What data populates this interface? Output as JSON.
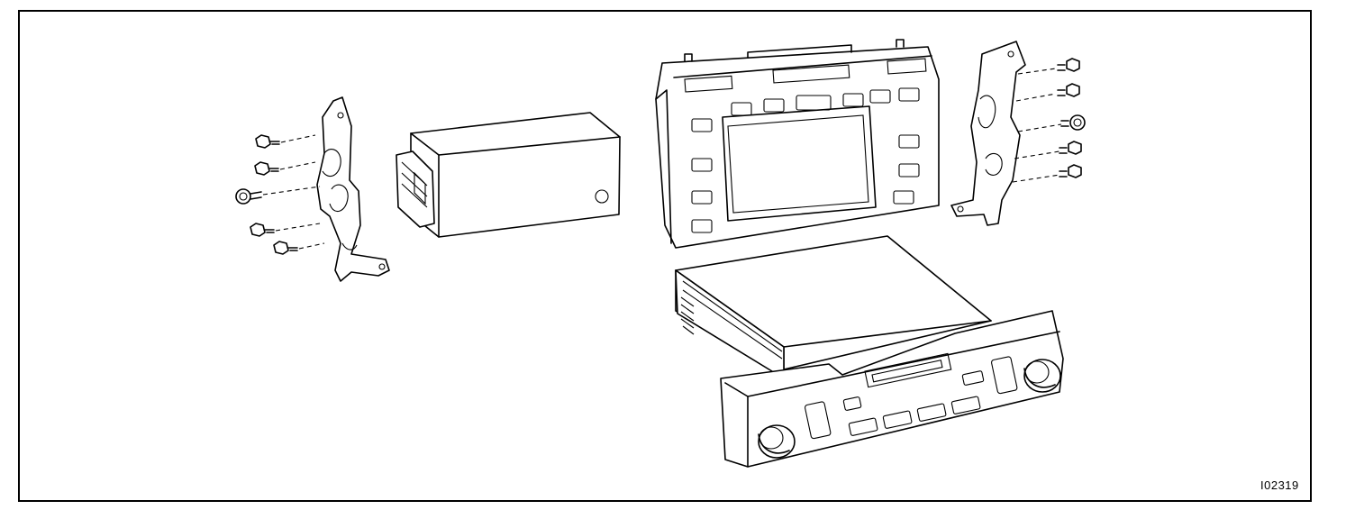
{
  "figure": {
    "id_label": "I02319",
    "parts": [
      "left-bracket",
      "left-bracket-bolts",
      "amplifier-box",
      "display-panel",
      "right-bracket",
      "right-bracket-bolts",
      "audio-unit"
    ]
  }
}
